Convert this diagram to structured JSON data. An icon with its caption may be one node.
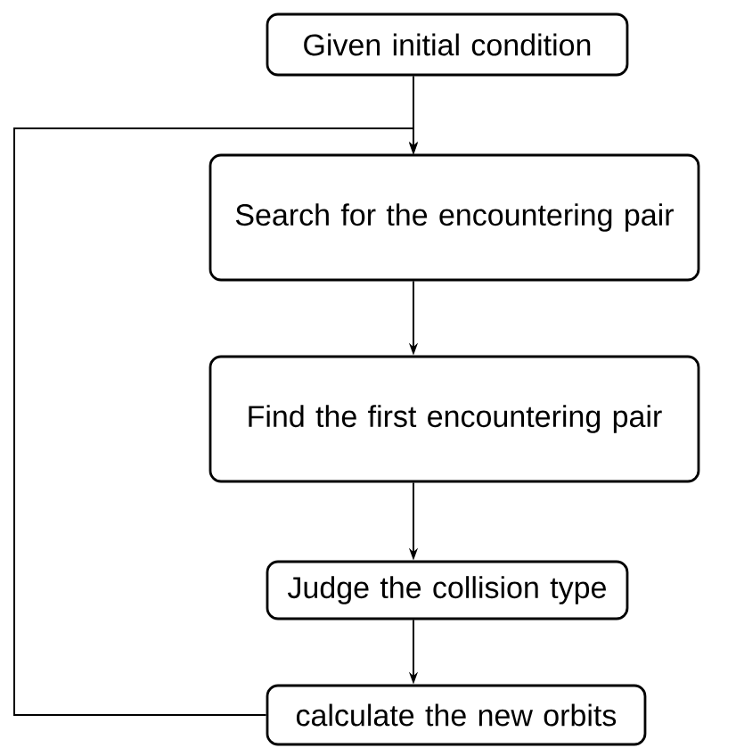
{
  "diagram": {
    "nodes": [
      {
        "text": [
          "Given initial condition"
        ]
      },
      {
        "text": [
          "Search for the encountering pair"
        ]
      },
      {
        "text": [
          "Find the first encountering pair"
        ]
      },
      {
        "text": [
          "Judge the collision type"
        ]
      },
      {
        "text": [
          "calculate the new orbits"
        ]
      }
    ],
    "edges": [
      {
        "from": 0,
        "to": 1,
        "arrow": "to"
      },
      {
        "from": 1,
        "to": 2,
        "arrow": "to"
      },
      {
        "from": 2,
        "to": 3,
        "arrow": "to"
      },
      {
        "from": 3,
        "to": 4,
        "arrow": "to"
      },
      {
        "from": 4,
        "to": 1,
        "arrow": "to"
      }
    ]
  }
}
